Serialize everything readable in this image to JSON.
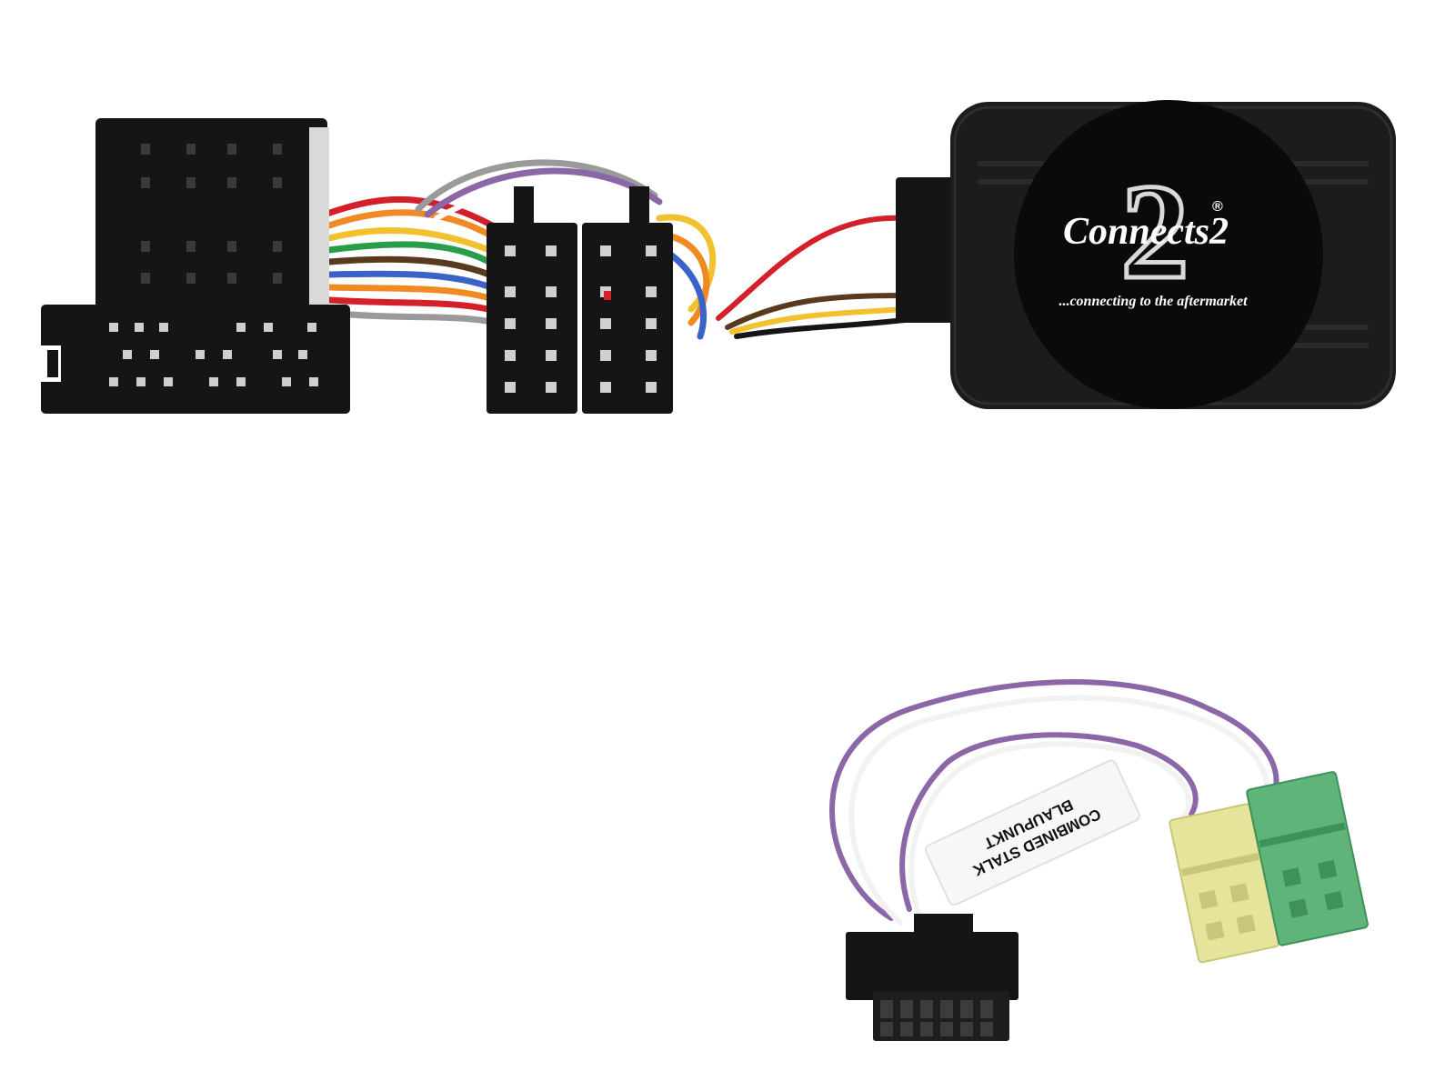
{
  "module": {
    "brand_logo": "Connects2",
    "registered_mark": "®",
    "tagline": "...connecting to the aftermarket"
  },
  "patch_lead": {
    "label_line1": "COMBINED STALK",
    "label_line2": "BLAUPUNKT"
  },
  "colors": {
    "background": "#ffffff",
    "connector_black": "#151515",
    "module_body": "#1c1c1c",
    "connector_yellow": "#e6e39a",
    "connector_green": "#5fb47a",
    "wire_purple": "#8b67a8",
    "wire_white": "#f2f2f2",
    "wire_red": "#d4202a",
    "wire_orange": "#f08a24",
    "wire_brown": "#5a3a1e",
    "wire_yellow": "#f2c12e",
    "wire_green": "#2a9d4a",
    "wire_blue": "#3a63c8",
    "wire_grey": "#9a9a9a"
  },
  "icons": {
    "quadlock": "quadlock-connector-icon",
    "iso_pair": "iso-connector-icon",
    "interface_box": "interface-module-icon",
    "mini_iso": "mini-iso-connector-icon",
    "molex_plug": "molex-plug-icon"
  }
}
